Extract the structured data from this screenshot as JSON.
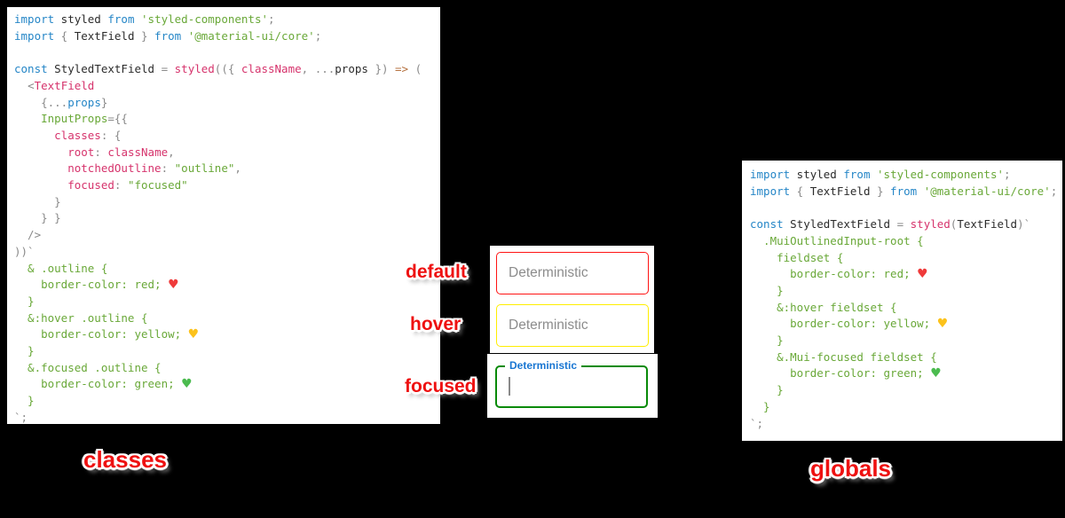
{
  "syntax_colors": {
    "kw": "#2586c7",
    "id": "#2b2b2b",
    "str": "#69a838",
    "prop": "#d6336c",
    "punct": "#8a8a8a",
    "css": "#69a838",
    "arrow": "#b5713f",
    "heart-red": "#ef3a3a",
    "heart-yellow": "#fcc21b",
    "heart-green": "#4bbb4f"
  },
  "left_code": {
    "lines": [
      [
        {
          "t": "import",
          "c": "kw"
        },
        {
          "t": " styled ",
          "c": "id"
        },
        {
          "t": "from",
          "c": "kw"
        },
        {
          "t": " ",
          "c": "id"
        },
        {
          "t": "'styled-components'",
          "c": "str"
        },
        {
          "t": ";",
          "c": "punct"
        }
      ],
      [
        {
          "t": "import",
          "c": "kw"
        },
        {
          "t": " { ",
          "c": "punct"
        },
        {
          "t": "TextField",
          "c": "id"
        },
        {
          "t": " } ",
          "c": "punct"
        },
        {
          "t": "from",
          "c": "kw"
        },
        {
          "t": " ",
          "c": "id"
        },
        {
          "t": "'@material-ui/core'",
          "c": "str"
        },
        {
          "t": ";",
          "c": "punct"
        }
      ],
      [],
      [
        {
          "t": "const",
          "c": "kw"
        },
        {
          "t": " StyledTextField ",
          "c": "id"
        },
        {
          "t": "=",
          "c": "punct"
        },
        {
          "t": " ",
          "c": "id"
        },
        {
          "t": "styled",
          "c": "prop"
        },
        {
          "t": "(({ ",
          "c": "punct"
        },
        {
          "t": "className",
          "c": "prop"
        },
        {
          "t": ", ...",
          "c": "punct"
        },
        {
          "t": "props",
          "c": "id"
        },
        {
          "t": " }) ",
          "c": "punct"
        },
        {
          "t": "=>",
          "c": "arrow"
        },
        {
          "t": " (",
          "c": "punct"
        }
      ],
      [
        {
          "t": "  ",
          "c": "id"
        },
        {
          "t": "<",
          "c": "punct"
        },
        {
          "t": "TextField",
          "c": "prop"
        }
      ],
      [
        {
          "t": "    ",
          "c": "id"
        },
        {
          "t": "{...",
          "c": "punct"
        },
        {
          "t": "props",
          "c": "kw"
        },
        {
          "t": "}",
          "c": "punct"
        }
      ],
      [
        {
          "t": "    ",
          "c": "id"
        },
        {
          "t": "InputProps",
          "c": "str"
        },
        {
          "t": "={{",
          "c": "punct"
        }
      ],
      [
        {
          "t": "      ",
          "c": "id"
        },
        {
          "t": "classes",
          "c": "prop"
        },
        {
          "t": ": {",
          "c": "punct"
        }
      ],
      [
        {
          "t": "        ",
          "c": "id"
        },
        {
          "t": "root",
          "c": "prop"
        },
        {
          "t": ": ",
          "c": "punct"
        },
        {
          "t": "className",
          "c": "prop"
        },
        {
          "t": ",",
          "c": "punct"
        }
      ],
      [
        {
          "t": "        ",
          "c": "id"
        },
        {
          "t": "notchedOutline",
          "c": "prop"
        },
        {
          "t": ": ",
          "c": "punct"
        },
        {
          "t": "\"outline\"",
          "c": "str"
        },
        {
          "t": ",",
          "c": "punct"
        }
      ],
      [
        {
          "t": "        ",
          "c": "id"
        },
        {
          "t": "focused",
          "c": "prop"
        },
        {
          "t": ": ",
          "c": "punct"
        },
        {
          "t": "\"focused\"",
          "c": "str"
        }
      ],
      [
        {
          "t": "      }",
          "c": "punct"
        }
      ],
      [
        {
          "t": "    } }",
          "c": "punct"
        }
      ],
      [
        {
          "t": "  />",
          "c": "punct"
        }
      ],
      [
        {
          "t": "))`",
          "c": "punct"
        }
      ],
      [
        {
          "t": "  & .outline {",
          "c": "css"
        }
      ],
      [
        {
          "t": "    border-color: red; ",
          "c": "css"
        },
        {
          "t": "♥",
          "c": "heart-red"
        }
      ],
      [
        {
          "t": "  }",
          "c": "css"
        }
      ],
      [
        {
          "t": "  &:hover .outline {",
          "c": "css"
        }
      ],
      [
        {
          "t": "    border-color: yellow; ",
          "c": "css"
        },
        {
          "t": "♥",
          "c": "heart-yellow"
        }
      ],
      [
        {
          "t": "  }",
          "c": "css"
        }
      ],
      [
        {
          "t": "  &.focused .outline {",
          "c": "css"
        }
      ],
      [
        {
          "t": "    border-color: green; ",
          "c": "css"
        },
        {
          "t": "♥",
          "c": "heart-green"
        }
      ],
      [
        {
          "t": "  }",
          "c": "css"
        }
      ],
      [
        {
          "t": "`;",
          "c": "punct"
        }
      ]
    ]
  },
  "right_code": {
    "lines": [
      [
        {
          "t": "import",
          "c": "kw"
        },
        {
          "t": " styled ",
          "c": "id"
        },
        {
          "t": "from",
          "c": "kw"
        },
        {
          "t": " ",
          "c": "id"
        },
        {
          "t": "'styled-components'",
          "c": "str"
        },
        {
          "t": ";",
          "c": "punct"
        }
      ],
      [
        {
          "t": "import",
          "c": "kw"
        },
        {
          "t": " { ",
          "c": "punct"
        },
        {
          "t": "TextField",
          "c": "id"
        },
        {
          "t": " } ",
          "c": "punct"
        },
        {
          "t": "from",
          "c": "kw"
        },
        {
          "t": " ",
          "c": "id"
        },
        {
          "t": "'@material-ui/core'",
          "c": "str"
        },
        {
          "t": ";",
          "c": "punct"
        }
      ],
      [],
      [
        {
          "t": "const",
          "c": "kw"
        },
        {
          "t": " StyledTextField ",
          "c": "id"
        },
        {
          "t": "=",
          "c": "punct"
        },
        {
          "t": " ",
          "c": "id"
        },
        {
          "t": "styled",
          "c": "prop"
        },
        {
          "t": "(",
          "c": "punct"
        },
        {
          "t": "TextField",
          "c": "id"
        },
        {
          "t": ")`",
          "c": "punct"
        }
      ],
      [
        {
          "t": "  .MuiOutlinedInput-root {",
          "c": "css"
        }
      ],
      [
        {
          "t": "    fieldset {",
          "c": "css"
        }
      ],
      [
        {
          "t": "      border-color: red; ",
          "c": "css"
        },
        {
          "t": "♥",
          "c": "heart-red"
        }
      ],
      [
        {
          "t": "    }",
          "c": "css"
        }
      ],
      [
        {
          "t": "    &:hover fieldset {",
          "c": "css"
        }
      ],
      [
        {
          "t": "      border-color: yellow; ",
          "c": "css"
        },
        {
          "t": "♥",
          "c": "heart-yellow"
        }
      ],
      [
        {
          "t": "    }",
          "c": "css"
        }
      ],
      [
        {
          "t": "    &.Mui-focused fieldset {",
          "c": "css"
        }
      ],
      [
        {
          "t": "      border-color: green; ",
          "c": "css"
        },
        {
          "t": "♥",
          "c": "heart-green"
        }
      ],
      [
        {
          "t": "    }",
          "c": "css"
        }
      ],
      [
        {
          "t": "  }",
          "c": "css"
        }
      ],
      [
        {
          "t": "`;",
          "c": "punct"
        }
      ]
    ]
  },
  "demo": {
    "states": [
      {
        "label": "default",
        "placeholder": "Deterministic",
        "border_color": "#ff1414"
      },
      {
        "label": "hover",
        "placeholder": "Deterministic",
        "border_color": "#ffee00"
      },
      {
        "label": "focused",
        "float_label": "Deterministic",
        "border_color": "#088a08",
        "label_color": "#1976d2"
      }
    ]
  },
  "captions": {
    "left": "classes",
    "right": "globals"
  },
  "accent_label_color": "#ee1111"
}
